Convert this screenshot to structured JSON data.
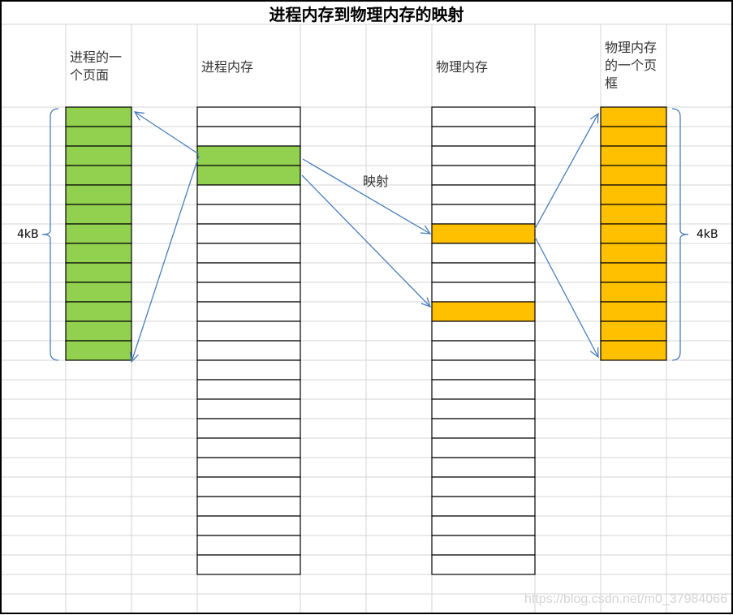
{
  "title": "进程内存到物理内存的映射",
  "labels": {
    "process_page": "进程的一\n个页面",
    "process_memory": "进程内存",
    "physical_memory": "物理内存",
    "physical_frame": "物理内存\n的一个页\n框",
    "mapping": "映射",
    "left_size": "4kB",
    "right_size": "4kB"
  },
  "watermark": "https://blog.csdn.net/m0_37984066",
  "colors": {
    "green": "#92d050",
    "orange": "#ffc000",
    "arrow": "#4a7ebb",
    "grid": "#d4d4d4"
  },
  "blocks": {
    "process_page_rows": 13,
    "process_memory_rows": 24,
    "process_memory_highlighted": [
      2,
      3
    ],
    "physical_memory_rows": 24,
    "physical_memory_highlighted": [
      6,
      10
    ],
    "physical_frame_rows": 13
  }
}
